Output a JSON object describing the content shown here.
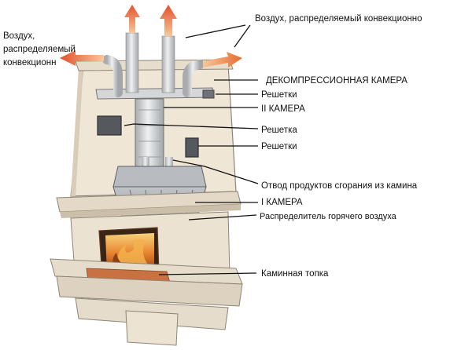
{
  "labels": {
    "air_convection_right": "Воздух, распределяемый конвекционно",
    "air_convection_left_1": "Воздух,",
    "air_convection_left_2": "распределяемый",
    "air_convection_left_3": "конвекционн",
    "decompression_chamber": "ДЕКОМПРЕССИОННАЯ КАМЕРА",
    "grilles_1": "Решетки",
    "chamber_2": "II КАМЕРА",
    "grille": "Решетка",
    "grilles_2": "Решетки",
    "flue_outlet": "Отвод продуктов сгорания из камина",
    "chamber_1": "I КАМЕРА",
    "hot_air_distributor": "Распределитель горячего воздуха",
    "firebox": "Каминная топка"
  },
  "colors": {
    "arrow_red": "#e2502d",
    "arrow_orange": "#f0914a",
    "body": "#efe6d6",
    "body_shade": "#d9cdb9",
    "pipe": "#cfd0d2",
    "metal": "#9a9ea3",
    "fire": "#e8842e",
    "hearth": "#c97140"
  }
}
